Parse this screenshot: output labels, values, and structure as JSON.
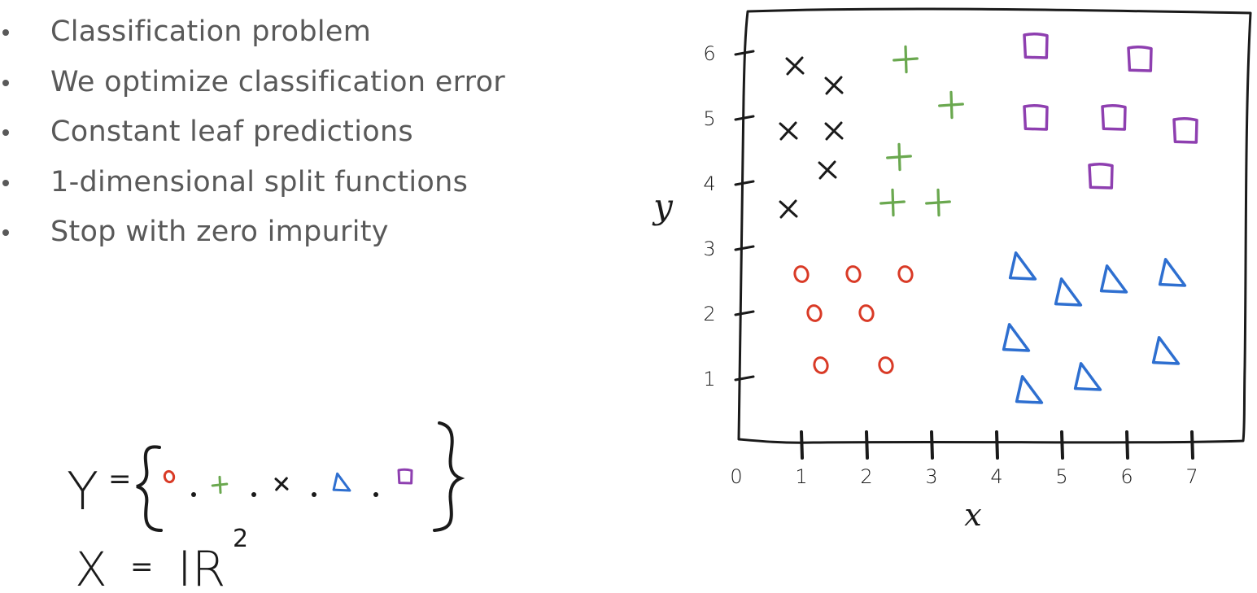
{
  "bullets": [
    "Classification problem",
    "We optimize classification error",
    "Constant leaf predictions",
    "1-dimensional split functions",
    "Stop with zero impurity"
  ],
  "colors": {
    "text": "#595959",
    "ink": "#1a1a1a",
    "circle": "#d93a26",
    "plus": "#6aa84f",
    "cross": "#1a1a1a",
    "triangle": "#2e6fd0",
    "square": "#8e3fb0"
  },
  "formula": {
    "y_label": "Y",
    "x_label": "X",
    "space": "IR",
    "exponent": "2"
  },
  "chart_data": {
    "type": "scatter",
    "xlabel": "x",
    "ylabel": "y",
    "xlim": [
      0,
      7.8
    ],
    "ylim": [
      0.3,
      6.6
    ],
    "xticks": [
      0,
      1,
      2,
      3,
      4,
      5,
      6,
      7
    ],
    "yticks": [
      1,
      2,
      3,
      4,
      5,
      6
    ],
    "grid": false,
    "series": [
      {
        "marker": "cross",
        "x": [
          0.9,
          1.5,
          0.8,
          1.5,
          1.4,
          0.8
        ],
        "y": [
          5.8,
          5.5,
          4.8,
          4.8,
          4.2,
          3.6
        ]
      },
      {
        "marker": "plus",
        "x": [
          2.6,
          3.3,
          2.5,
          2.4,
          3.1
        ],
        "y": [
          5.9,
          5.2,
          4.4,
          3.7,
          3.7
        ]
      },
      {
        "marker": "circle",
        "x": [
          1.0,
          1.8,
          2.6,
          1.2,
          2.0,
          1.3,
          2.3
        ],
        "y": [
          2.6,
          2.6,
          2.6,
          2.0,
          2.0,
          1.2,
          1.2
        ]
      },
      {
        "marker": "triangle",
        "x": [
          4.4,
          5.1,
          5.8,
          6.7,
          4.3,
          6.6,
          4.5,
          5.4
        ],
        "y": [
          2.7,
          2.3,
          2.5,
          2.6,
          1.6,
          1.4,
          0.8,
          1.0
        ]
      },
      {
        "marker": "square",
        "x": [
          4.6,
          6.2,
          4.6,
          5.8,
          6.9,
          5.6
        ],
        "y": [
          6.1,
          5.9,
          5.0,
          5.0,
          4.8,
          4.1
        ]
      }
    ]
  }
}
